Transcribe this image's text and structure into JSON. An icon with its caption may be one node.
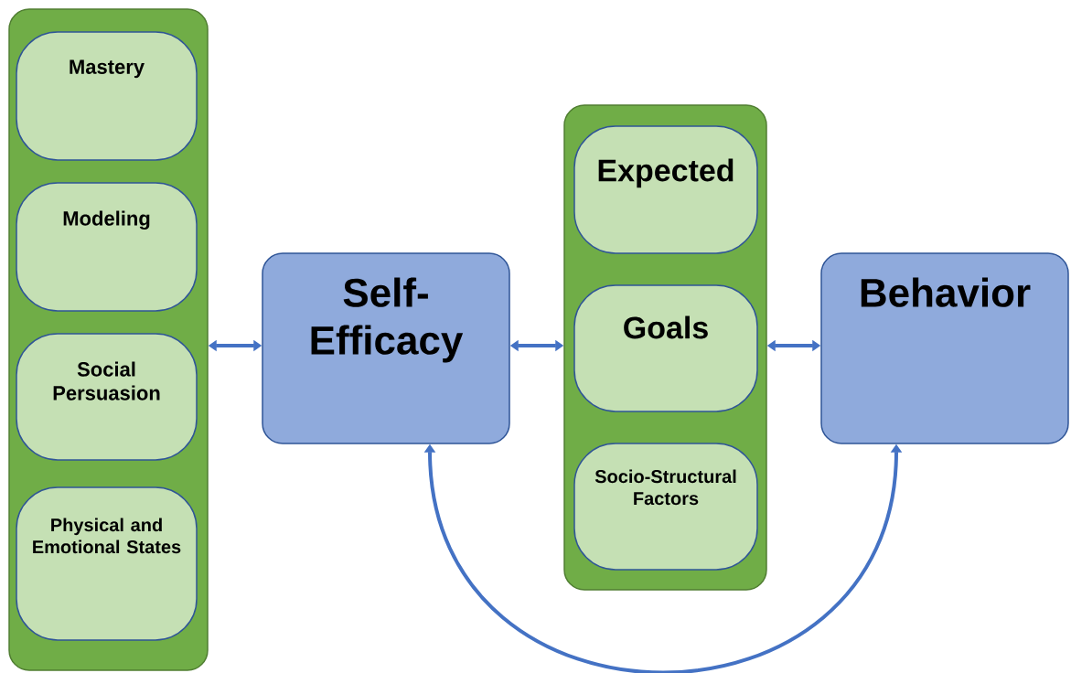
{
  "diagram": {
    "nodes": [
      {
        "text": [],
        "shape": "box"
      },
      {
        "text": [
          "Mastery"
        ],
        "in": 0
      },
      {
        "text": [
          "Modeling"
        ],
        "in": 0
      },
      {
        "text": [
          "Social Persuasion"
        ],
        "in": 0
      },
      {
        "text": [
          "Physical and Emotional States"
        ],
        "in": 0
      },
      {
        "text": [
          "Self-Efficacy"
        ]
      },
      {
        "text": [],
        "shape": "box"
      },
      {
        "text": [
          "Expected"
        ],
        "in": 6
      },
      {
        "text": [
          "Goals"
        ],
        "in": 6
      },
      {
        "text": [
          "Socio-Structural Factors"
        ],
        "in": 6
      },
      {
        "text": [
          "Behavior"
        ]
      }
    ],
    "edges": [
      {
        "from": 0,
        "to": 5,
        "arrow": "both"
      },
      {
        "from": 5,
        "to": 6,
        "arrow": "both"
      },
      {
        "from": 6,
        "to": 10,
        "arrow": "both"
      },
      {
        "from": 5,
        "to": 10,
        "arrow": "both"
      }
    ]
  }
}
